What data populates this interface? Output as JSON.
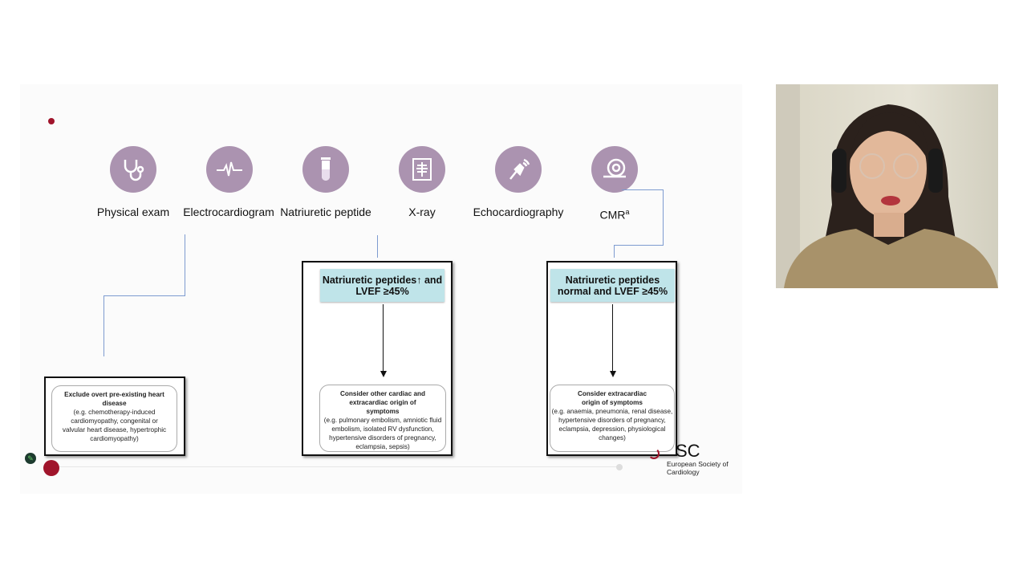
{
  "slide": {
    "steps": [
      {
        "label": "Physical exam",
        "icon": "stethoscope-icon"
      },
      {
        "label": "Electrocardiogram",
        "icon": "ecg-wave-icon"
      },
      {
        "label": "Natriuretic peptide",
        "icon": "test-tube-icon"
      },
      {
        "label": "X-ray",
        "icon": "chest-xray-icon"
      },
      {
        "label": "Echocardiography",
        "icon": "ultrasound-probe-icon"
      },
      {
        "label": "CMR",
        "label_sup": "a",
        "icon": "mri-scanner-icon"
      }
    ],
    "box_left": {
      "title": "Exclude overt pre-existing heart disease",
      "detail": "(e.g. chemotherapy-induced cardiomyopathy, congenital or valvular heart disease, hypertrophic cardiomyopathy)"
    },
    "box_middle": {
      "header": "Natriuretic peptides↑ and LVEF ≥45%",
      "title": "Consider other cardiac and extracardiac origin of symptoms",
      "detail": "(e.g. pulmonary embolism, amniotic fluid embolism, isolated RV dysfunction, hypertensive disorders of pregnancy, eclampsia, sepsis)"
    },
    "box_right": {
      "header": "Natriuretic peptides normal and LVEF ≥45%",
      "title": "Consider extracardiac origin of symptoms",
      "detail": "(e.g. anaemia, pneumonia, renal disease, hypertensive disorders of pregnancy, eclampsia, depression, physiological changes)"
    },
    "logo": {
      "mark": "SC",
      "name": "European Society of Cardiology"
    },
    "colors": {
      "icon_bg": "#ab93b0",
      "header_bg": "#bfe4e9",
      "accent_red": "#a0142b",
      "connector": "#7d9bd0"
    }
  }
}
